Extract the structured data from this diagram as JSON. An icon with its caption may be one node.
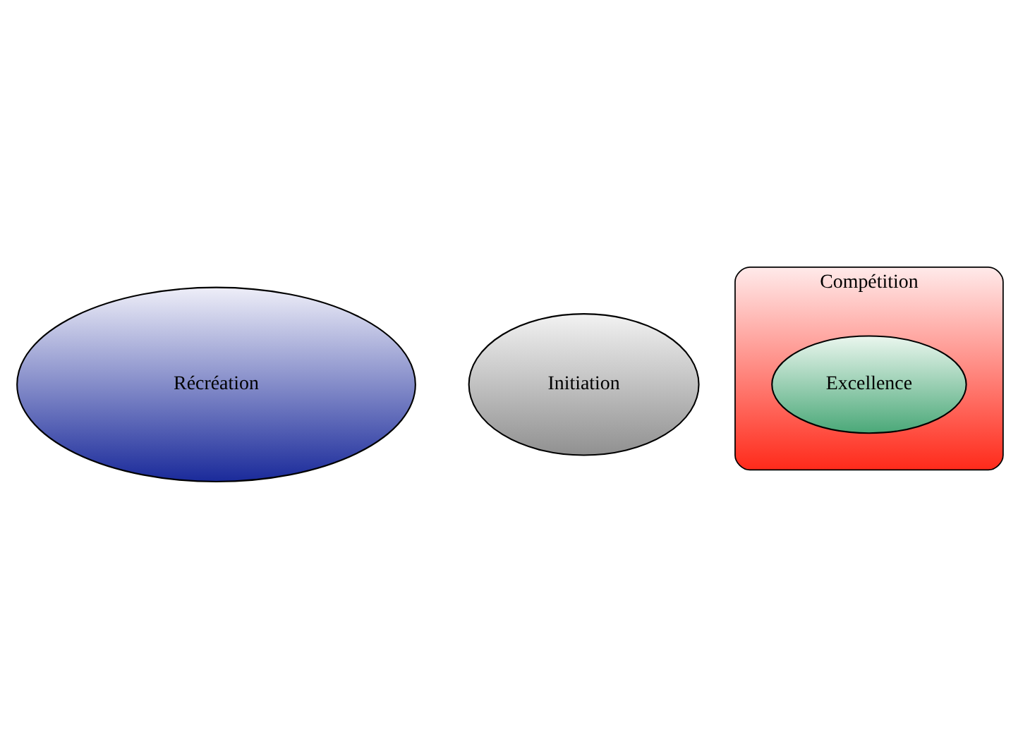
{
  "diagram": {
    "nodes": [
      {
        "text": [
          "Récréation"
        ]
      },
      {
        "text": [
          "Initiation"
        ]
      },
      {
        "text": [
          "Compétition"
        ]
      },
      {
        "text": [
          "Excellence"
        ],
        "in": 2
      }
    ]
  }
}
